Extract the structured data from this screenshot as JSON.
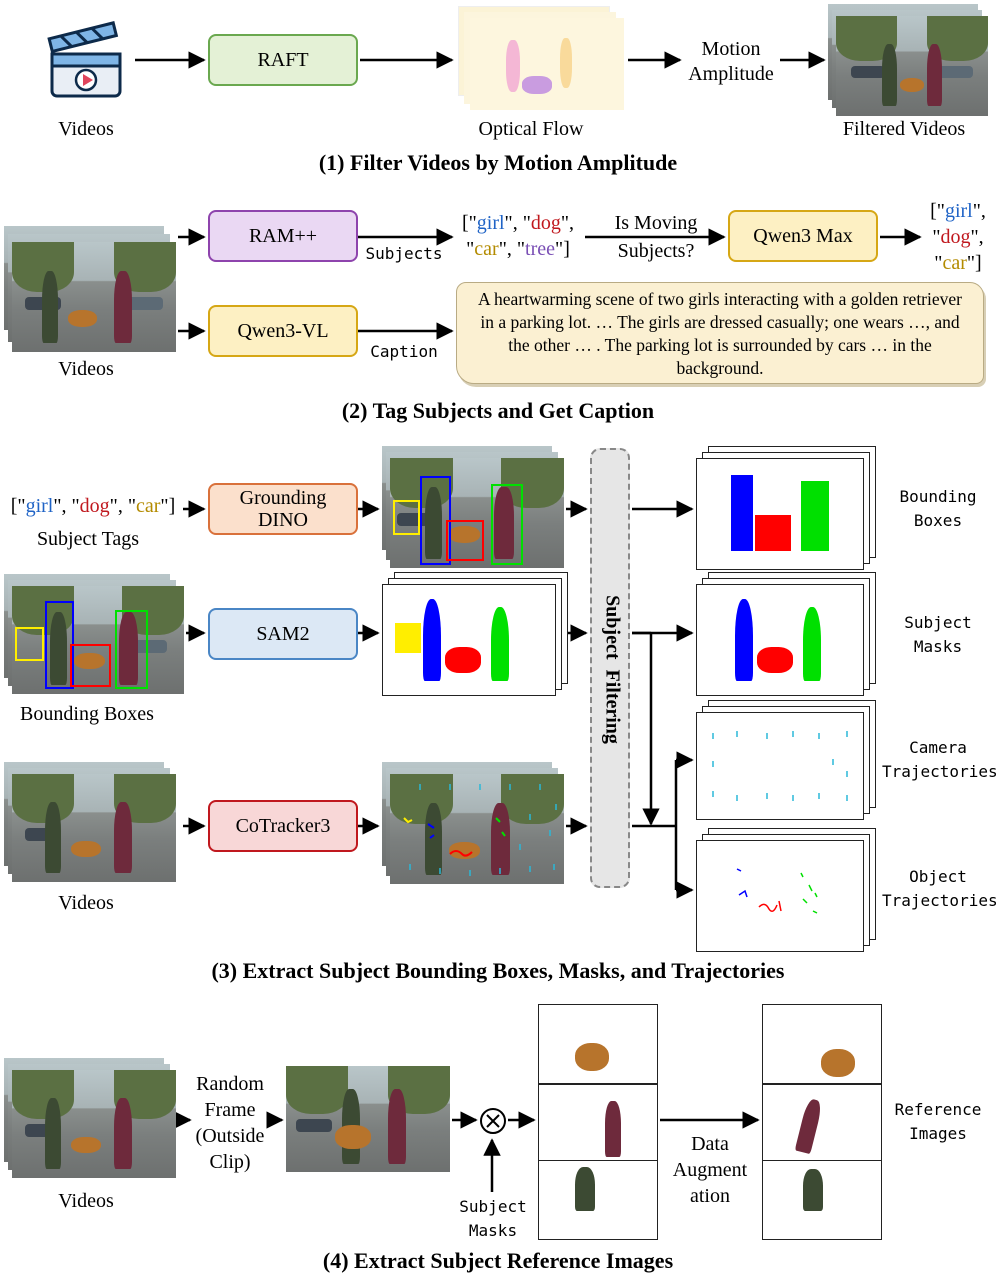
{
  "section1": {
    "title": "(1) Filter Videos by Motion Amplitude",
    "videos_label": "Videos",
    "raft_label": "RAFT",
    "optical_flow_label": "Optical Flow",
    "motion_line1": "Motion",
    "motion_line2": "Amplitude",
    "filtered_label": "Filtered Videos"
  },
  "section2": {
    "title": "(2) Tag Subjects and Get Caption",
    "videos_label": "Videos",
    "ram_label": "RAM++",
    "subjects_label": "Subjects",
    "qwen_vl_label": "Qwen3-VL",
    "caption_label": "Caption",
    "is_moving_line1": "Is Moving",
    "is_moving_line2": "Subjects?",
    "qwen_max_label": "Qwen3 Max",
    "tags_in": [
      "girl",
      "dog",
      "car",
      "tree"
    ],
    "tags_out": [
      "girl",
      "dog",
      "car"
    ],
    "caption_text": "A heartwarming scene of two girls interacting with a golden retriever in a parking lot. … The girls are dressed casually; one wears …, and the other … . The parking lot is surrounded by cars … in the background."
  },
  "section3": {
    "title": "(3) Extract Subject Bounding Boxes, Masks, and Trajectories",
    "subject_tags": [
      "girl",
      "dog",
      "car"
    ],
    "subject_tags_label": "Subject Tags",
    "grounding_line1": "Grounding",
    "grounding_line2": "DINO",
    "sam_label": "SAM2",
    "bbox_caption": "Bounding Boxes",
    "cotracker_label": "CoTracker3",
    "videos_label": "Videos",
    "filtering_label": "Subject  Filtering",
    "out_bbox_line1": "Bounding",
    "out_bbox_line2": "Boxes",
    "out_mask_line1": "Subject",
    "out_mask_line2": "Masks",
    "out_cam_line1": "Camera",
    "out_cam_line2": "Trajectories",
    "out_obj_line1": "Object",
    "out_obj_line2": "Trajectories"
  },
  "section4": {
    "title": "(4) Extract Subject Reference Images",
    "videos_label": "Videos",
    "random_lines": [
      "Random",
      "Frame",
      "(Outside",
      "Clip)"
    ],
    "subject_masks_line1": "Subject",
    "subject_masks_line2": "Masks",
    "data_aug_lines": [
      "Data",
      "Augment",
      "ation"
    ],
    "ref_line1": "Reference",
    "ref_line2": "Images"
  },
  "colors": {
    "raft_fill": "#e4f1d6",
    "raft_border": "#6aa84f",
    "ram_fill": "#ead8f3",
    "ram_border": "#8e44ad",
    "qwen_fill": "#fdf0c3",
    "qwen_border": "#d6a715",
    "grounding_fill": "#fbe0cc",
    "grounding_border": "#d9713b",
    "sam_fill": "#dce8f5",
    "sam_border": "#4a86c5",
    "cotracker_fill": "#f8d7d7",
    "cotracker_border": "#c0181e",
    "caption_fill": "#fbf0d2",
    "bbox_blue": "#0000ff",
    "bbox_red": "#ff0000",
    "bbox_green": "#00e000",
    "bbox_yellow": "#ffee00",
    "track_cyan": "#2ab8d8"
  },
  "icons": [
    "clapperboard-icon",
    "play-icon",
    "multiply-circle-icon"
  ]
}
